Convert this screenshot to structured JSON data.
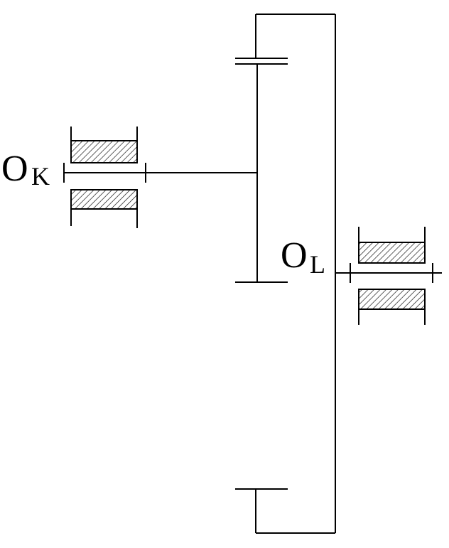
{
  "labels": {
    "ok_main": "O",
    "ok_sub": "K",
    "ol_main": "O",
    "ol_sub": "L"
  },
  "colors": {
    "stroke": "#000000",
    "background": "#ffffff"
  }
}
